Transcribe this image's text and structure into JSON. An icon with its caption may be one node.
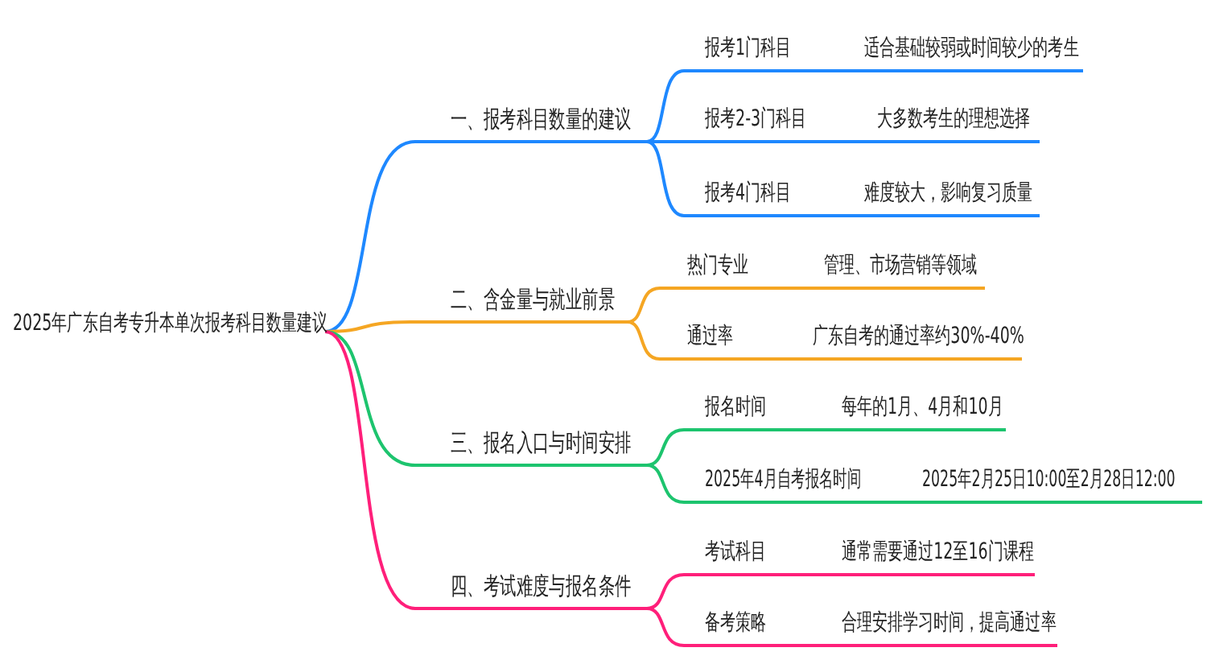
{
  "diagram": {
    "nodes": [
      {
        "text": [
          "2025年广东自考专升本单次报考科目数量建议"
        ]
      },
      {
        "text": [
          "一、报考科目数量的建议"
        ]
      },
      {
        "text": [
          "报考1门科目",
          "适合基础较弱或时间较少的考生"
        ]
      },
      {
        "text": [
          "报考2-3门科目",
          "大多数考生的理想选择"
        ]
      },
      {
        "text": [
          "报考4门科目",
          "难度较大，影响复习质量"
        ]
      },
      {
        "text": [
          "二、含金量与就业前景"
        ]
      },
      {
        "text": [
          "热门专业",
          "管理、市场营销等领域"
        ]
      },
      {
        "text": [
          "通过率",
          "广东自考的通过率约30%-40%"
        ]
      },
      {
        "text": [
          "三、报名入口与时间安排"
        ]
      },
      {
        "text": [
          "报名时间",
          "每年的1月、4月和10月"
        ]
      },
      {
        "text": [
          "2025年4月自考报名时间",
          "2025年2月25日10:00至2月28日12:00"
        ]
      },
      {
        "text": [
          "四、考试难度与报名条件"
        ]
      },
      {
        "text": [
          "考试科目",
          "通常需要通过12至16门课程"
        ]
      },
      {
        "text": [
          "备考策略",
          "合理安排学习时间，提高通过率"
        ]
      }
    ],
    "edges": [
      {
        "from": 0,
        "to": 1,
        "arrow": "none",
        "color": "#1e88ff"
      },
      {
        "from": 1,
        "to": 2,
        "arrow": "none",
        "color": "#1e88ff"
      },
      {
        "from": 1,
        "to": 3,
        "arrow": "none",
        "color": "#1e88ff"
      },
      {
        "from": 1,
        "to": 4,
        "arrow": "none",
        "color": "#1e88ff"
      },
      {
        "from": 0,
        "to": 5,
        "arrow": "none",
        "color": "#f5a623"
      },
      {
        "from": 5,
        "to": 6,
        "arrow": "none",
        "color": "#f5a623"
      },
      {
        "from": 5,
        "to": 7,
        "arrow": "none",
        "color": "#f5a623"
      },
      {
        "from": 0,
        "to": 8,
        "arrow": "none",
        "color": "#1dc46e"
      },
      {
        "from": 8,
        "to": 9,
        "arrow": "none",
        "color": "#1dc46e"
      },
      {
        "from": 8,
        "to": 10,
        "arrow": "none",
        "color": "#1dc46e"
      },
      {
        "from": 0,
        "to": 11,
        "arrow": "none",
        "color": "#ff1f7a"
      },
      {
        "from": 11,
        "to": 12,
        "arrow": "none",
        "color": "#ff1f7a"
      },
      {
        "from": 11,
        "to": 13,
        "arrow": "none",
        "color": "#ff1f7a"
      }
    ]
  }
}
